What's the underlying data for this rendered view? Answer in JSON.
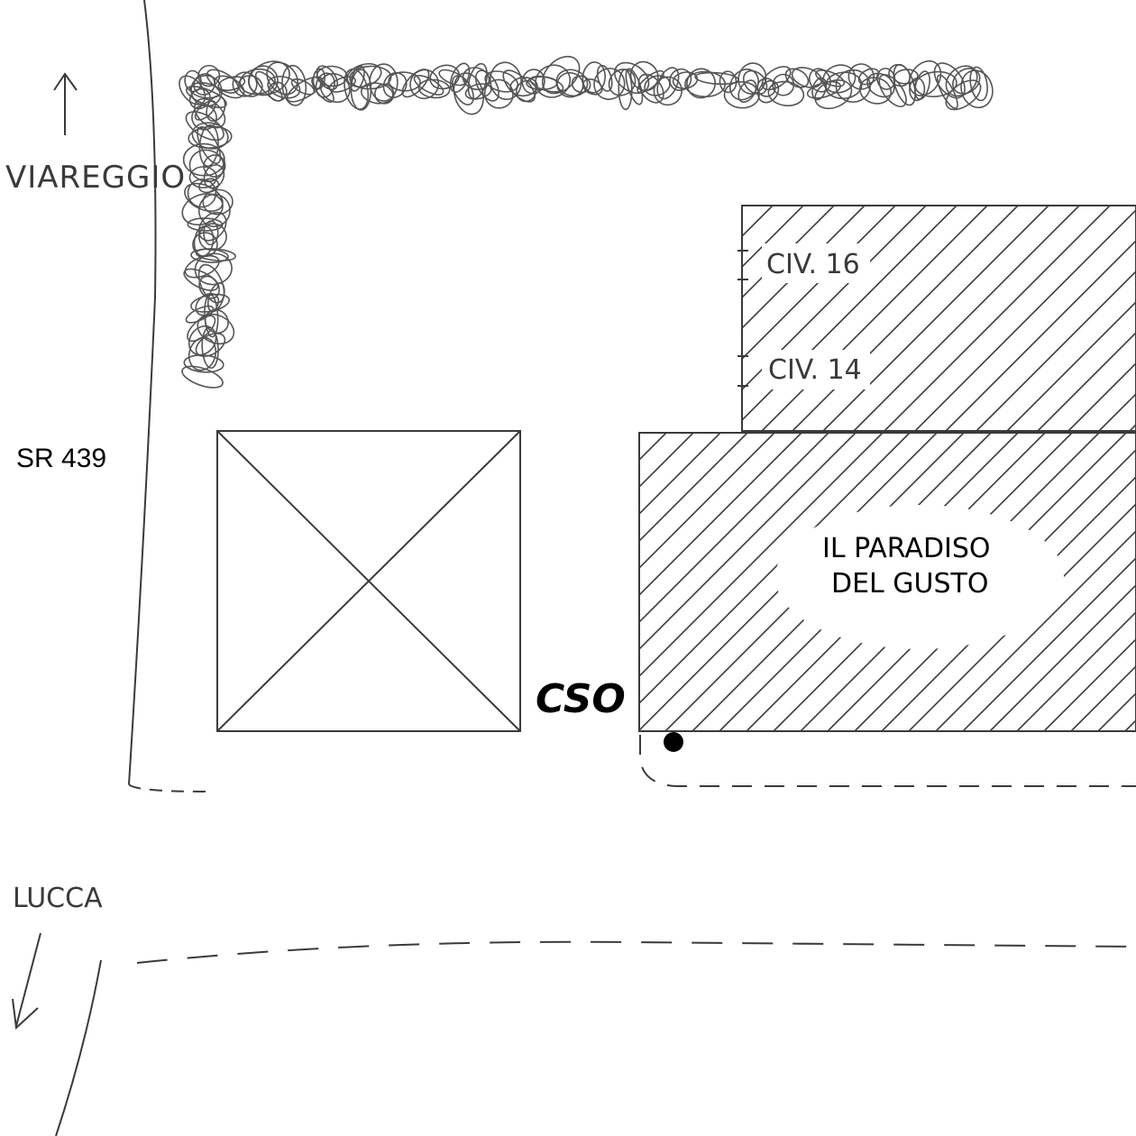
{
  "labels": {
    "viareggio": "VIAREGGIO",
    "road": "SR 439",
    "lucca": "LUCCA",
    "civ16": "CIV. 16",
    "civ14": "CIV. 14",
    "shop_line1": "IL PARADISO",
    "shop_line2": "DEL GUSTO",
    "marker": "CSO"
  },
  "icons": {
    "north_arrow": "arrow-up-icon",
    "south_arrow": "arrow-down-left-icon",
    "location_dot": "location-dot-icon"
  },
  "colors": {
    "ink": "#3a3a3a",
    "text": "#000000",
    "paper": "#ffffff",
    "hedge": "#555555"
  }
}
